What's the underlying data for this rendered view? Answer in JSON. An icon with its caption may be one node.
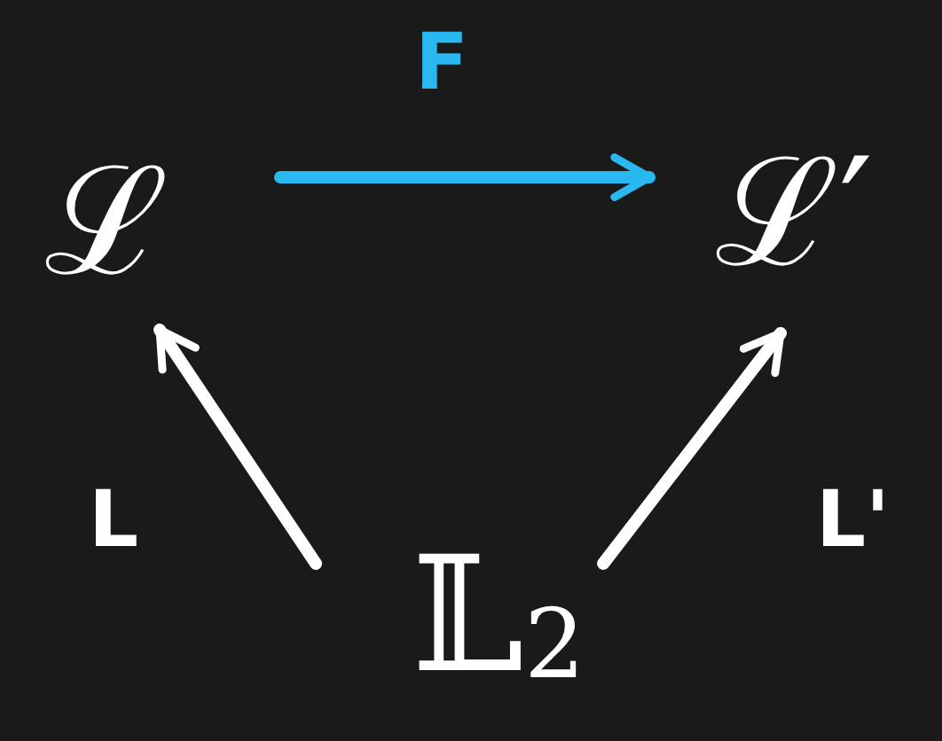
{
  "diagram": {
    "nodes": [
      {
        "text": [
          "ℒ"
        ]
      },
      {
        "text": [
          "ℒ′"
        ]
      },
      {
        "text": [
          "𝕃$_{2}$"
        ]
      }
    ],
    "edges": [
      {
        "from": 0,
        "to": 1,
        "arrow": "to",
        "label": "F",
        "color": "#29b8f0"
      },
      {
        "from": 2,
        "to": 0,
        "arrow": "to",
        "label": "L"
      },
      {
        "from": 2,
        "to": 1,
        "arrow": "to",
        "label": "L'"
      }
    ]
  }
}
